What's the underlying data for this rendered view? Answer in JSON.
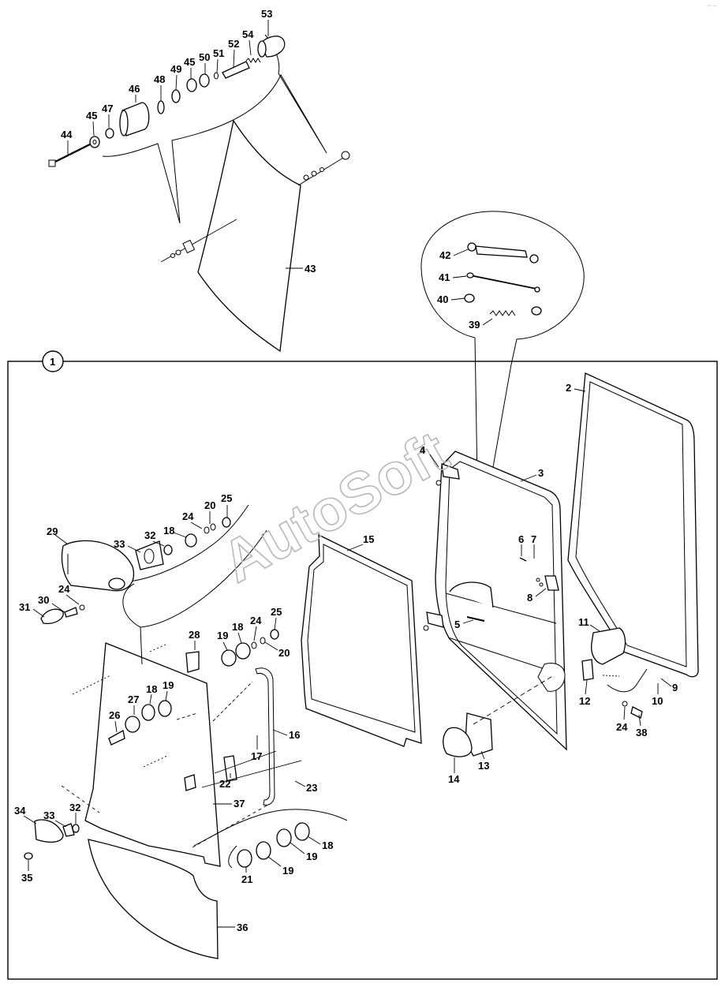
{
  "watermark": "AutoSoft",
  "corner_mark": "⌐~",
  "assembly_label": "1",
  "callouts": {
    "c1": "1",
    "c2": "2",
    "c3": "3",
    "c4": "4",
    "c5": "5",
    "c6": "6",
    "c7": "7",
    "c8": "8",
    "c9": "9",
    "c10": "10",
    "c11": "11",
    "c12": "12",
    "c13": "13",
    "c14": "14",
    "c15": "15",
    "c16": "16",
    "c17": "17",
    "c18": "18",
    "c19": "19",
    "c20": "20",
    "c21": "21",
    "c22": "22",
    "c23": "23",
    "c24": "24",
    "c25": "25",
    "c26": "26",
    "c27": "27",
    "c28": "28",
    "c29": "29",
    "c30": "30",
    "c31": "31",
    "c32": "32",
    "c33": "33",
    "c34": "34",
    "c35": "35",
    "c36": "36",
    "c37": "37",
    "c38": "38",
    "c39": "39",
    "c40": "40",
    "c41": "41",
    "c42": "42",
    "c43": "43",
    "c44": "44",
    "c45": "45",
    "c46": "46",
    "c47": "47",
    "c48": "48",
    "c49": "49",
    "c50": "50",
    "c51": "51",
    "c52": "52",
    "c53": "53",
    "c54": "54"
  }
}
